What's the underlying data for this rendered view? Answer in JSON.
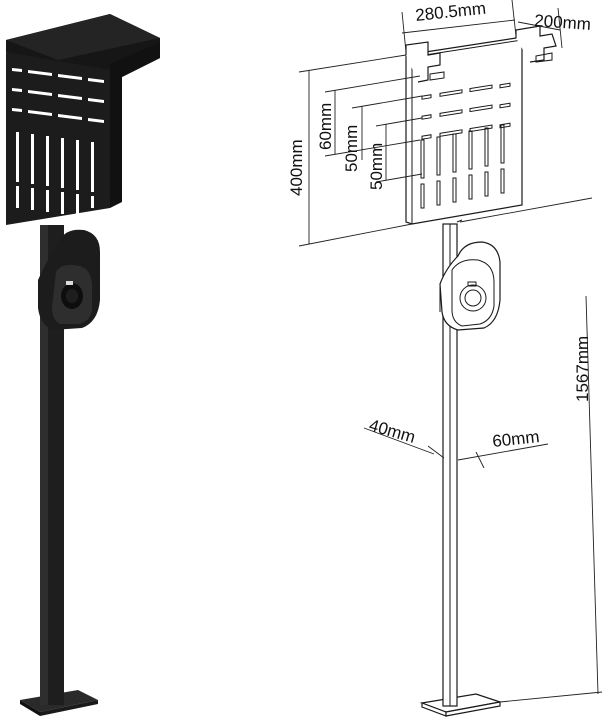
{
  "figure": {
    "left_view": "photo",
    "right_view": "line drawing"
  },
  "dimensions": {
    "top_width": "280.5mm",
    "top_depth": "200mm",
    "panel_height": "400mm",
    "slot_spacing_1": "60mm",
    "slot_spacing_2": "50mm",
    "slot_spacing_3": "50mm",
    "total_height": "1567mm",
    "post_depth": "40mm",
    "post_width": "60mm"
  },
  "colors": {
    "product": "#1c1c1c",
    "product_highlight": "#3a3a3a",
    "line": "#1a1a1a",
    "background": "#ffffff"
  }
}
